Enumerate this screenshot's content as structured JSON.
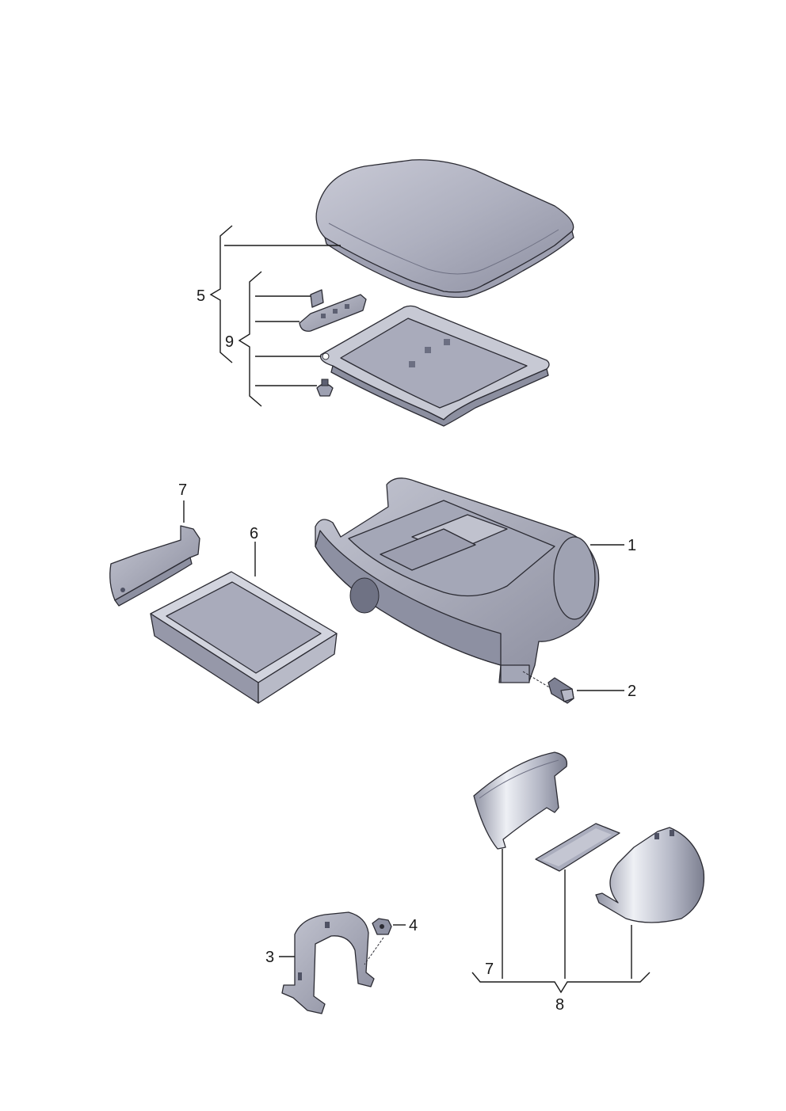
{
  "callouts": {
    "c1": "1",
    "c2": "2",
    "c3": "3",
    "c4": "4",
    "c5": "5",
    "c6": "6",
    "c7_top": "7",
    "c7_bottom": "7",
    "c8": "8",
    "c9": "9"
  },
  "colors": {
    "part_fill_light": "#dcdde5",
    "part_fill_mid": "#b9bbc8",
    "part_fill_dark": "#7f8294",
    "outline": "#2b2b33",
    "leader": "#1a1a1a"
  }
}
